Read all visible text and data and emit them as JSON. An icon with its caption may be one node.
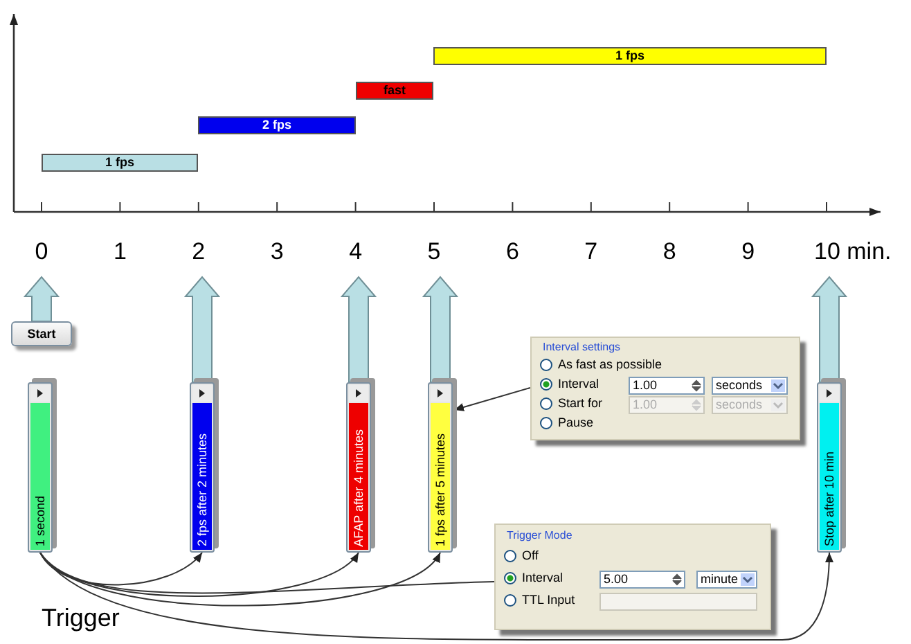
{
  "diagram": {
    "nodes": [
      {
        "text": [
          "1 fps"
        ]
      },
      {
        "text": [
          "2 fps"
        ]
      },
      {
        "text": [
          "fast"
        ]
      },
      {
        "text": [
          "1 fps"
        ]
      },
      {
        "text": [
          "Start"
        ]
      },
      {
        "text": [
          "1 second"
        ]
      },
      {
        "text": [
          "2 fps after 2 minutes"
        ]
      },
      {
        "text": [
          "AFAP after 4 minutes"
        ]
      },
      {
        "text": [
          "1 fps after 5 minutes"
        ]
      },
      {
        "text": [
          "Stop after 10 min"
        ]
      },
      {
        "text": [
          "Interval settings",
          "As fast as possible",
          "Interval",
          "1.00",
          "seconds",
          "Start for",
          "1.00",
          "seconds",
          "Pause"
        ]
      },
      {
        "text": [
          "Trigger Mode",
          "Off",
          "Interval",
          "5.00",
          "minute",
          "TTL Input"
        ]
      }
    ],
    "edges": [
      {
        "from": 4,
        "to": null,
        "arrow": "to",
        "style": "thick",
        "color": "#b9dfe4"
      },
      {
        "from": 6,
        "to": null,
        "arrow": "to",
        "style": "thick",
        "color": "#b9dfe4"
      },
      {
        "from": 7,
        "to": null,
        "arrow": "to",
        "style": "thick",
        "color": "#b9dfe4"
      },
      {
        "from": 8,
        "to": null,
        "arrow": "to",
        "style": "thick",
        "color": "#b9dfe4"
      },
      {
        "from": 9,
        "to": null,
        "arrow": "to",
        "style": "thick",
        "color": "#b9dfe4"
      },
      {
        "from": 10,
        "to": 8,
        "arrow": "to"
      },
      {
        "from": 5,
        "to": 6,
        "arrow": "to"
      },
      {
        "from": 5,
        "to": 7,
        "arrow": "to"
      },
      {
        "from": 5,
        "to": 8,
        "arrow": "to"
      },
      {
        "from": 5,
        "to": 11,
        "arrow": "none"
      },
      {
        "from": 5,
        "to": 9,
        "arrow": "to"
      }
    ],
    "labels": [
      "0",
      "1",
      "2",
      "3",
      "4",
      "5",
      "6",
      "7",
      "8",
      "9",
      "10 min.",
      "Trigger"
    ]
  }
}
